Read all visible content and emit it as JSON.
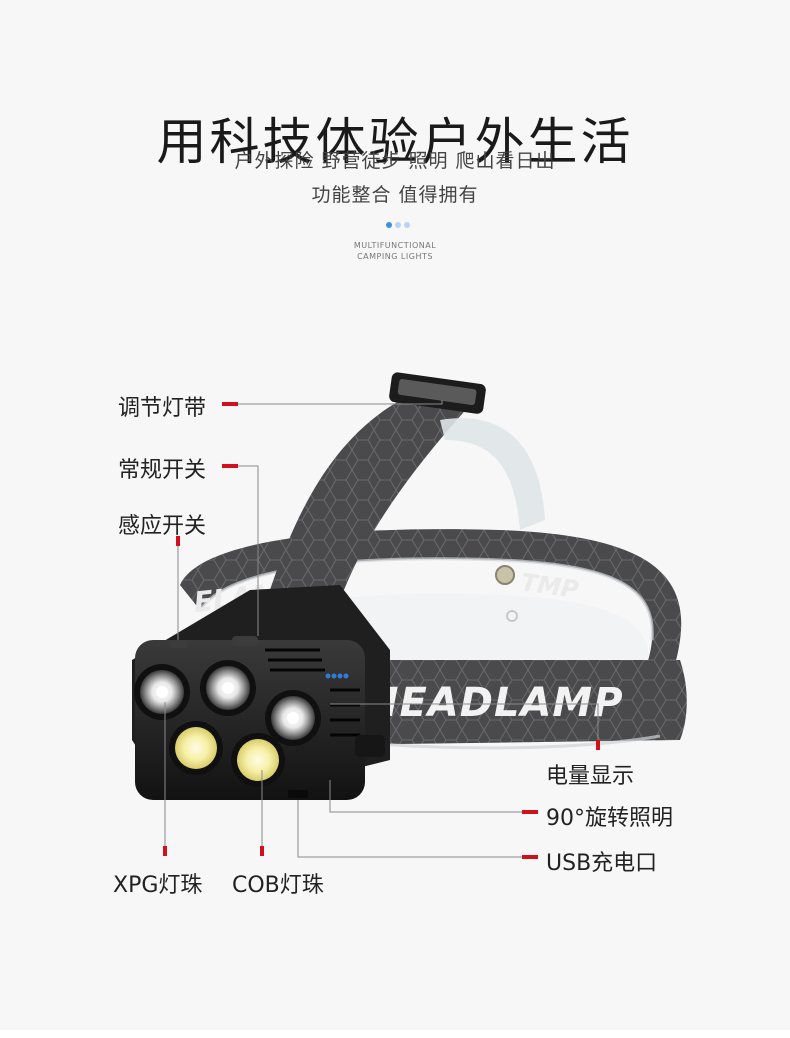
{
  "header": {
    "title": "用科技体验户外生活",
    "subtitle_line1": "户外探险 野营徒步 照明 爬山看日出",
    "subtitle_line2": "功能整合 值得拥有",
    "tagline_line1": "MULTIFUNCTIONAL",
    "tagline_line2": "CAMPING LIGHTS"
  },
  "pager": {
    "active_color": "#3d8fe0",
    "inactive_color": "#b9d4f0"
  },
  "product": {
    "band_text_front": "HEADLAMP",
    "band_text_back": "HEADLAMP"
  },
  "callouts": {
    "adjust_band": "调节灯带",
    "normal_switch": "常规开关",
    "sensor_switch": "感应开关",
    "battery_display": "电量显示",
    "rotate": "90°旋转照明",
    "usb_port": "USB充电口",
    "xpg_bead": "XPG灯珠",
    "cob_bead": "COB灯珠"
  },
  "colors": {
    "marker_red": "#d0101b",
    "leader_gray": "#8a8a8a"
  }
}
